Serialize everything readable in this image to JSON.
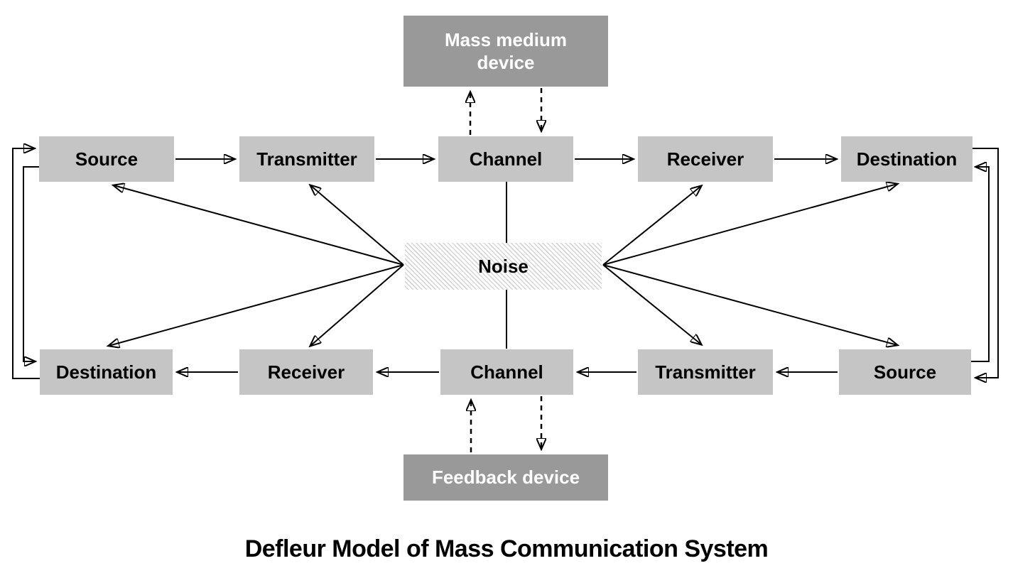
{
  "title": "Defleur Model of Mass Communication System",
  "colors": {
    "box_light": "#c5c5c5",
    "box_dark": "#999999",
    "line": "#000000",
    "noise_hatch": "#d4d4d4",
    "background": "#ffffff",
    "text_on_light": "#000000",
    "text_on_dark": "#ffffff"
  },
  "nodes": {
    "top_row": [
      "Source",
      "Transmitter",
      "Channel",
      "Receiver",
      "Destination"
    ],
    "bottom_row": [
      "Destination",
      "Receiver",
      "Channel",
      "Transmitter",
      "Source"
    ],
    "noise": "Noise",
    "mass_medium_device_lines": [
      "Mass medium",
      "device"
    ],
    "feedback_device": "Feedback device"
  }
}
